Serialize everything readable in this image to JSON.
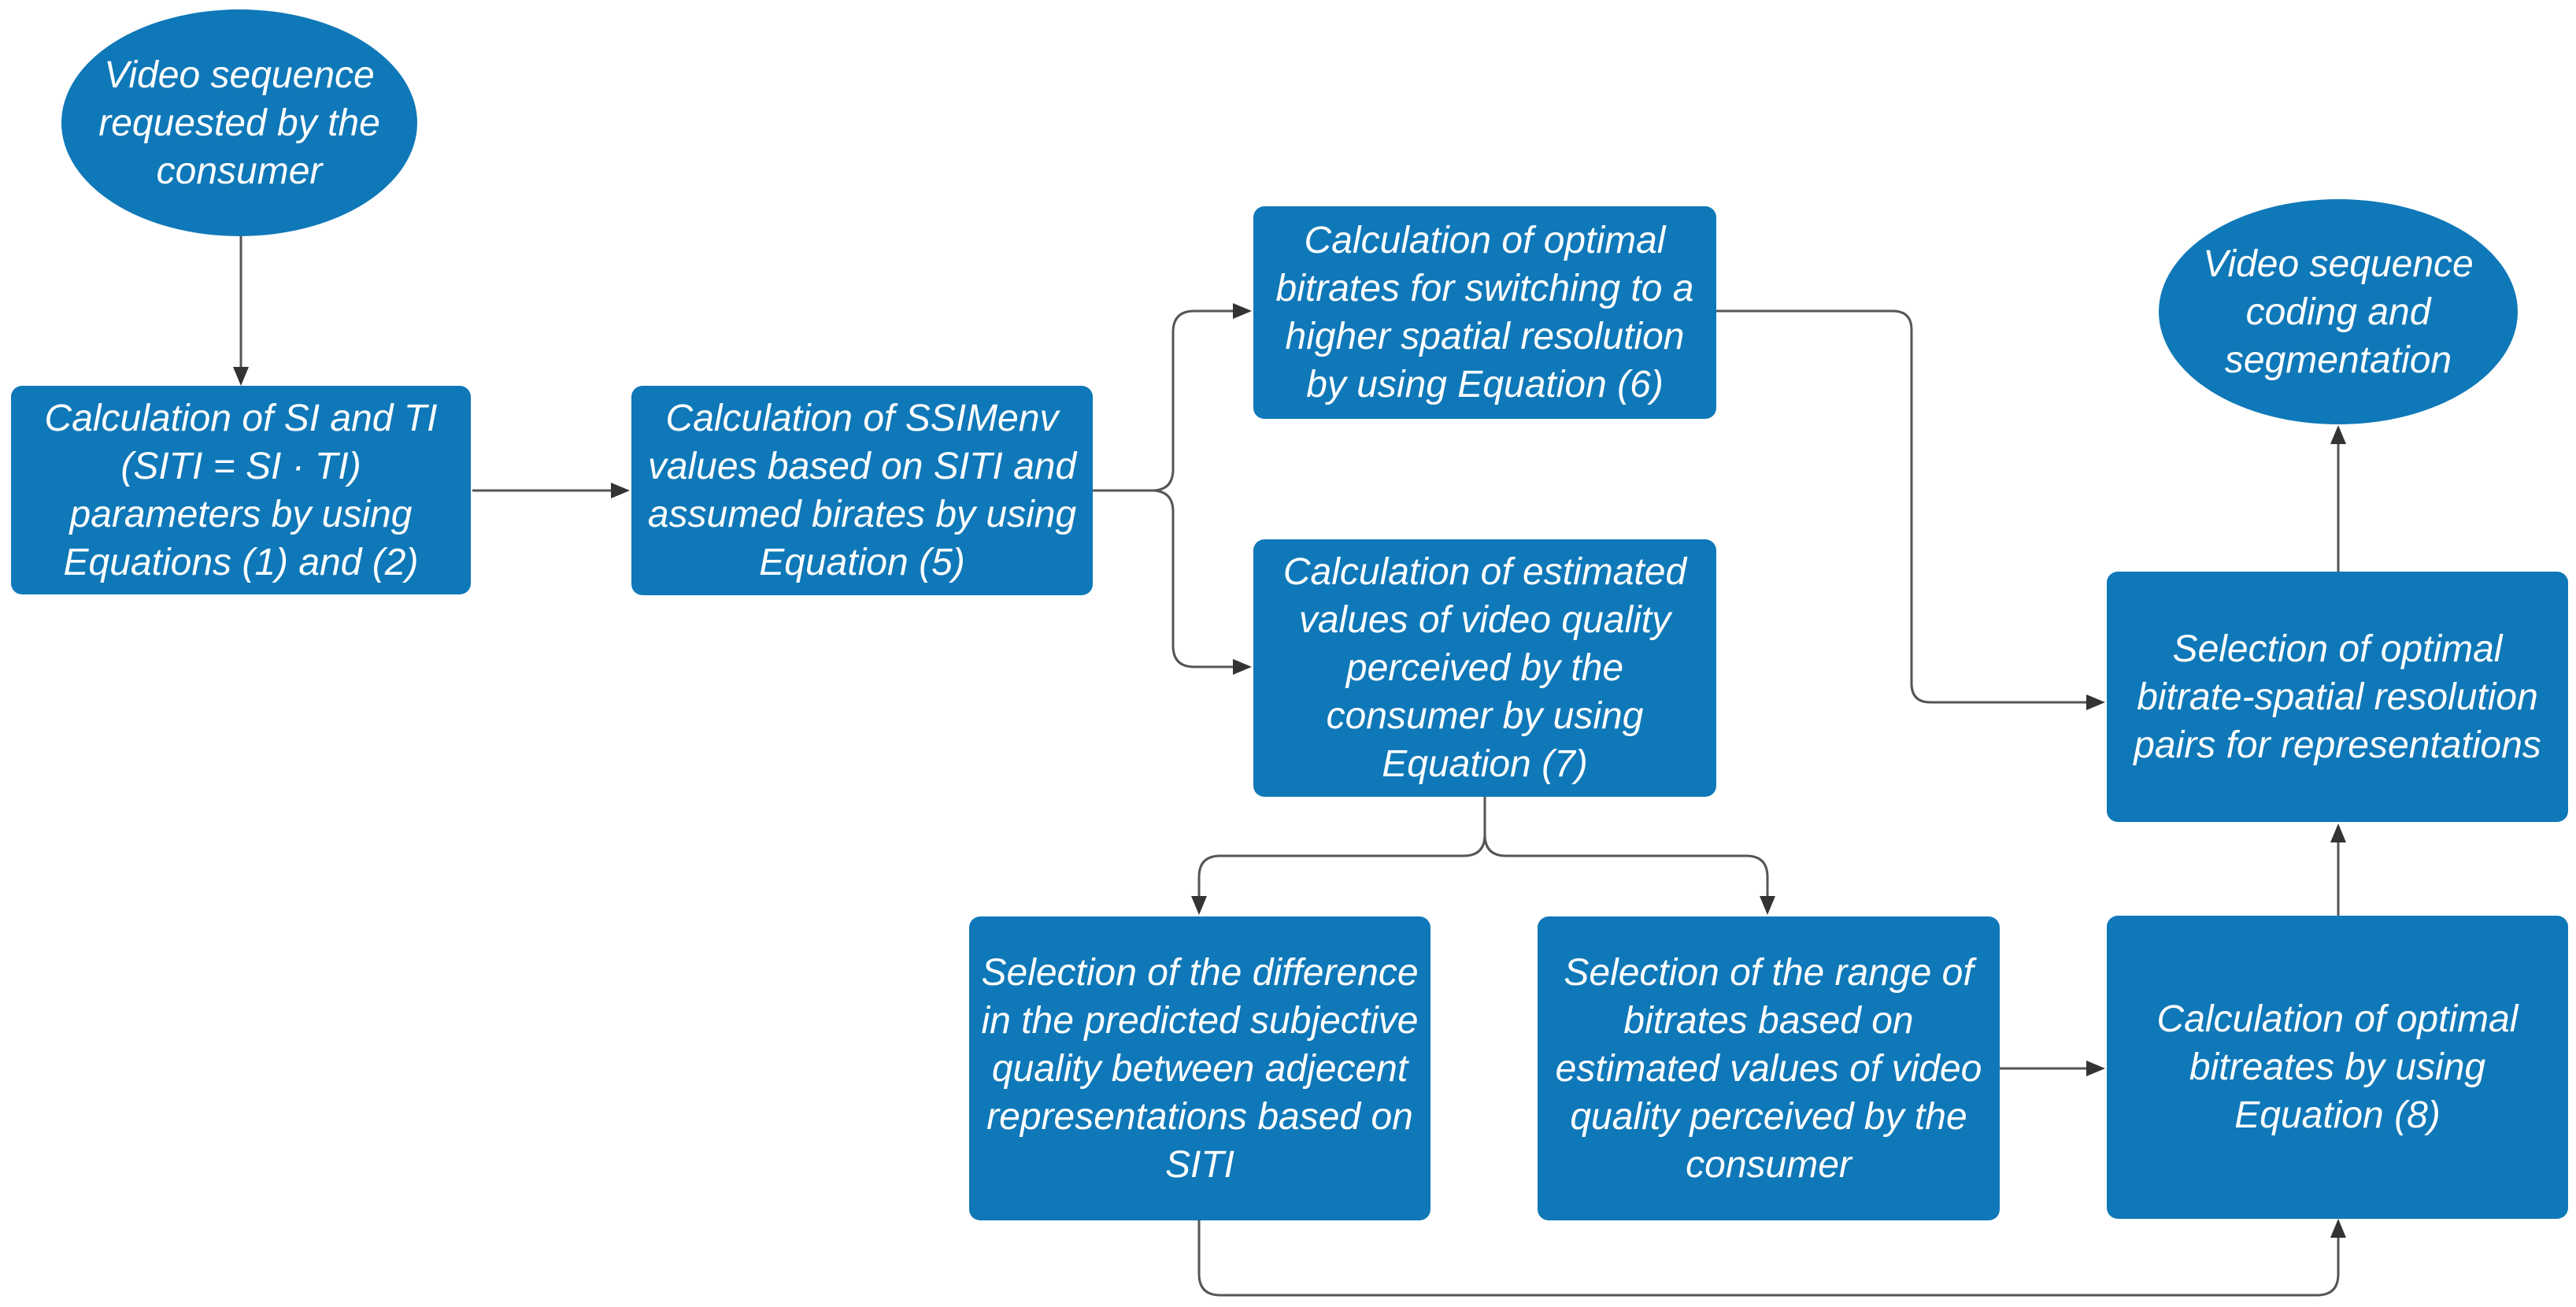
{
  "nodes": {
    "start": {
      "text": "Video sequence requested by the consumer"
    },
    "si_ti": {
      "text": "Calculation of SI and TI (SITI = SI · TI) parameters by using Equations (1) and (2)"
    },
    "ssimenv": {
      "text": "Calculation of SSIMenv values based on SITI and assumed birates by using Equation (5)"
    },
    "optimal_switch": {
      "text": "Calculation of optimal bitrates for switching to a higher spatial resolution by using Equation (6)"
    },
    "estimated_quality": {
      "text": "Calculation of estimated values of video quality perceived by the consumer by using Equation (7)"
    },
    "difference": {
      "text": "Selection of the difference in the predicted subjective quality between adjecent representations based on SITI"
    },
    "range": {
      "text": "Selection of the range of bitrates based on estimated values of video quality perceived by the consumer"
    },
    "optimal_bitrates": {
      "text": "Calculation of optimal bitreates by using Equation (8)"
    },
    "pairs": {
      "text": "Selection of optimal bitrate-spatial resolution pairs for representations"
    },
    "end": {
      "text": "Video sequence coding and segmentation"
    }
  },
  "colors": {
    "node_fill": "#0f78b8",
    "node_text": "#ffffff",
    "connector": "#555555",
    "background": "#ffffff"
  }
}
